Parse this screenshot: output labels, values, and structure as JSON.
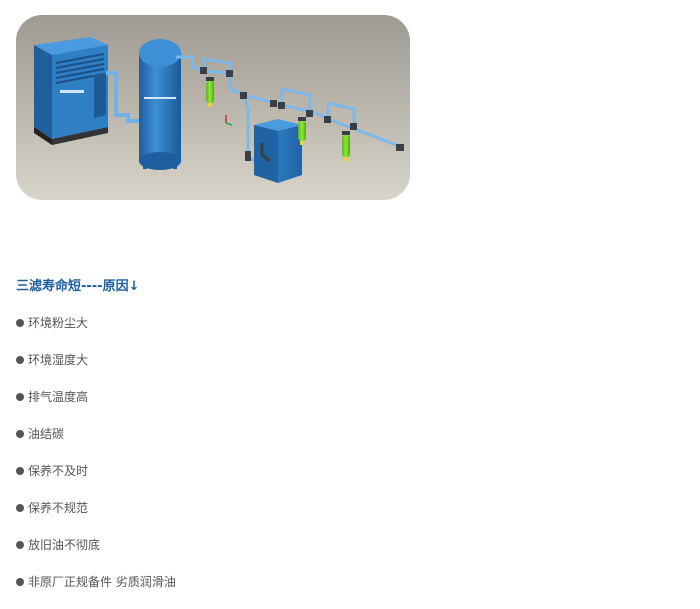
{
  "figure": {
    "bg_top": "#9e9a91",
    "bg_bottom": "#d8d4ca",
    "equipment_color": "#2f7fc4",
    "filter_color": "#7ed321"
  },
  "heading": "三滤寿命短----原因↓",
  "causes": [
    "环境粉尘大",
    "环境湿度大",
    "排气温度高",
    "油结碳",
    "保养不及时",
    "保养不规范",
    "放旧油不彻底",
    "非原厂正规备件  劣质润滑油"
  ]
}
